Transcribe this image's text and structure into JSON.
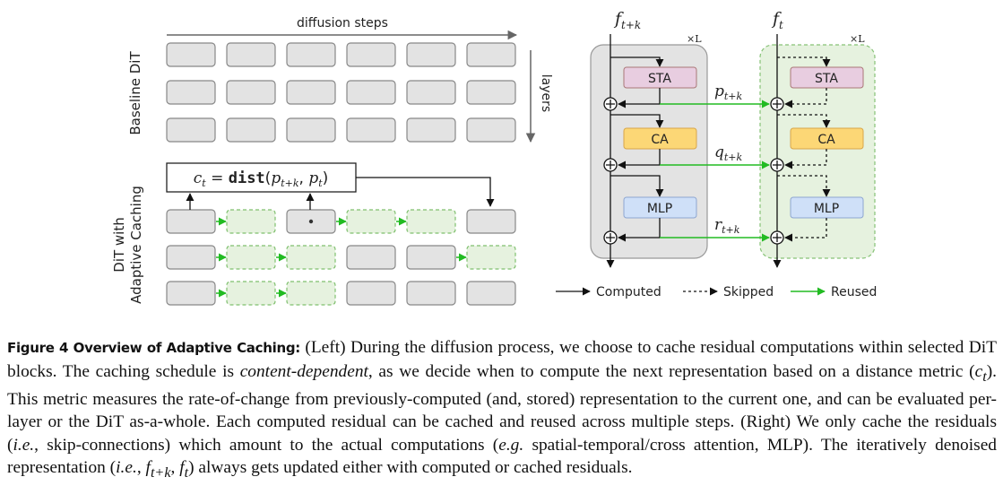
{
  "left": {
    "x_axis_label": "diffusion steps",
    "y_axis_label": "layers",
    "baseline_label": "Baseline DiT",
    "adaptive_label_line1": "DiT with",
    "adaptive_label_line2": "Adaptive Caching",
    "formula": {
      "lhs": "c",
      "lhs_sub": "t",
      "eq": "=",
      "func": "dist",
      "open": "(",
      "arg1": "p",
      "arg1_sub": "t+k",
      "comma": ",",
      "arg2": "p",
      "arg2_sub": "t",
      "close": ")"
    }
  },
  "right": {
    "input_left": "f",
    "input_left_sub": "t+k",
    "input_right": "f",
    "input_right_sub": "t",
    "repeat_label": "×L",
    "blocks": {
      "sta": "STA",
      "ca": "CA",
      "mlp": "MLP"
    },
    "residuals": [
      {
        "name": "p",
        "sub": "t+k"
      },
      {
        "name": "q",
        "sub": "t+k"
      },
      {
        "name": "r",
        "sub": "t+k"
      }
    ],
    "colors": {
      "sta": "#e8cde0",
      "ca": "#fcd776",
      "mlp": "#cfe0f8",
      "reused": "#22bb22",
      "skip_panel": "#e6f2df"
    }
  },
  "legend": {
    "computed": "Computed",
    "skipped": "Skipped",
    "reused": "Reused"
  },
  "caption": {
    "label": "Figure 4  Overview of Adaptive Caching:",
    "p1": " (Left) During the diffusion process, we choose to cache residual computations within selected DiT blocks. The caching schedule is ",
    "p1_em": "content-dependent",
    "p2": ", as we decide when to compute the next representation based on a distance metric (",
    "p2_math": "c",
    "p2_math_sub": "t",
    "p3": ").  This metric measures the rate-of-change from previously-computed (and, stored) representation to the current one, and can be evaluated per-layer or the DiT as-a-whole. Each computed residual can be cached and reused across multiple steps. (Right) We only cache the residuals (",
    "p3_em": "i.e.",
    "p4": ", skip-connections) which amount to the actual computations (",
    "p4_em": "e.g.",
    "p5": " spatial-temporal/cross attention, MLP). The iteratively denoised representation (",
    "p5_em": "i.e.",
    "p5_comma": ", ",
    "p5_f1": "f",
    "p5_f1_sub": "t+k",
    "p6_sep": ", ",
    "p6_f2": "f",
    "p6_f2_sub": "t",
    "p7": ") always gets updated either with computed or cached residuals."
  }
}
